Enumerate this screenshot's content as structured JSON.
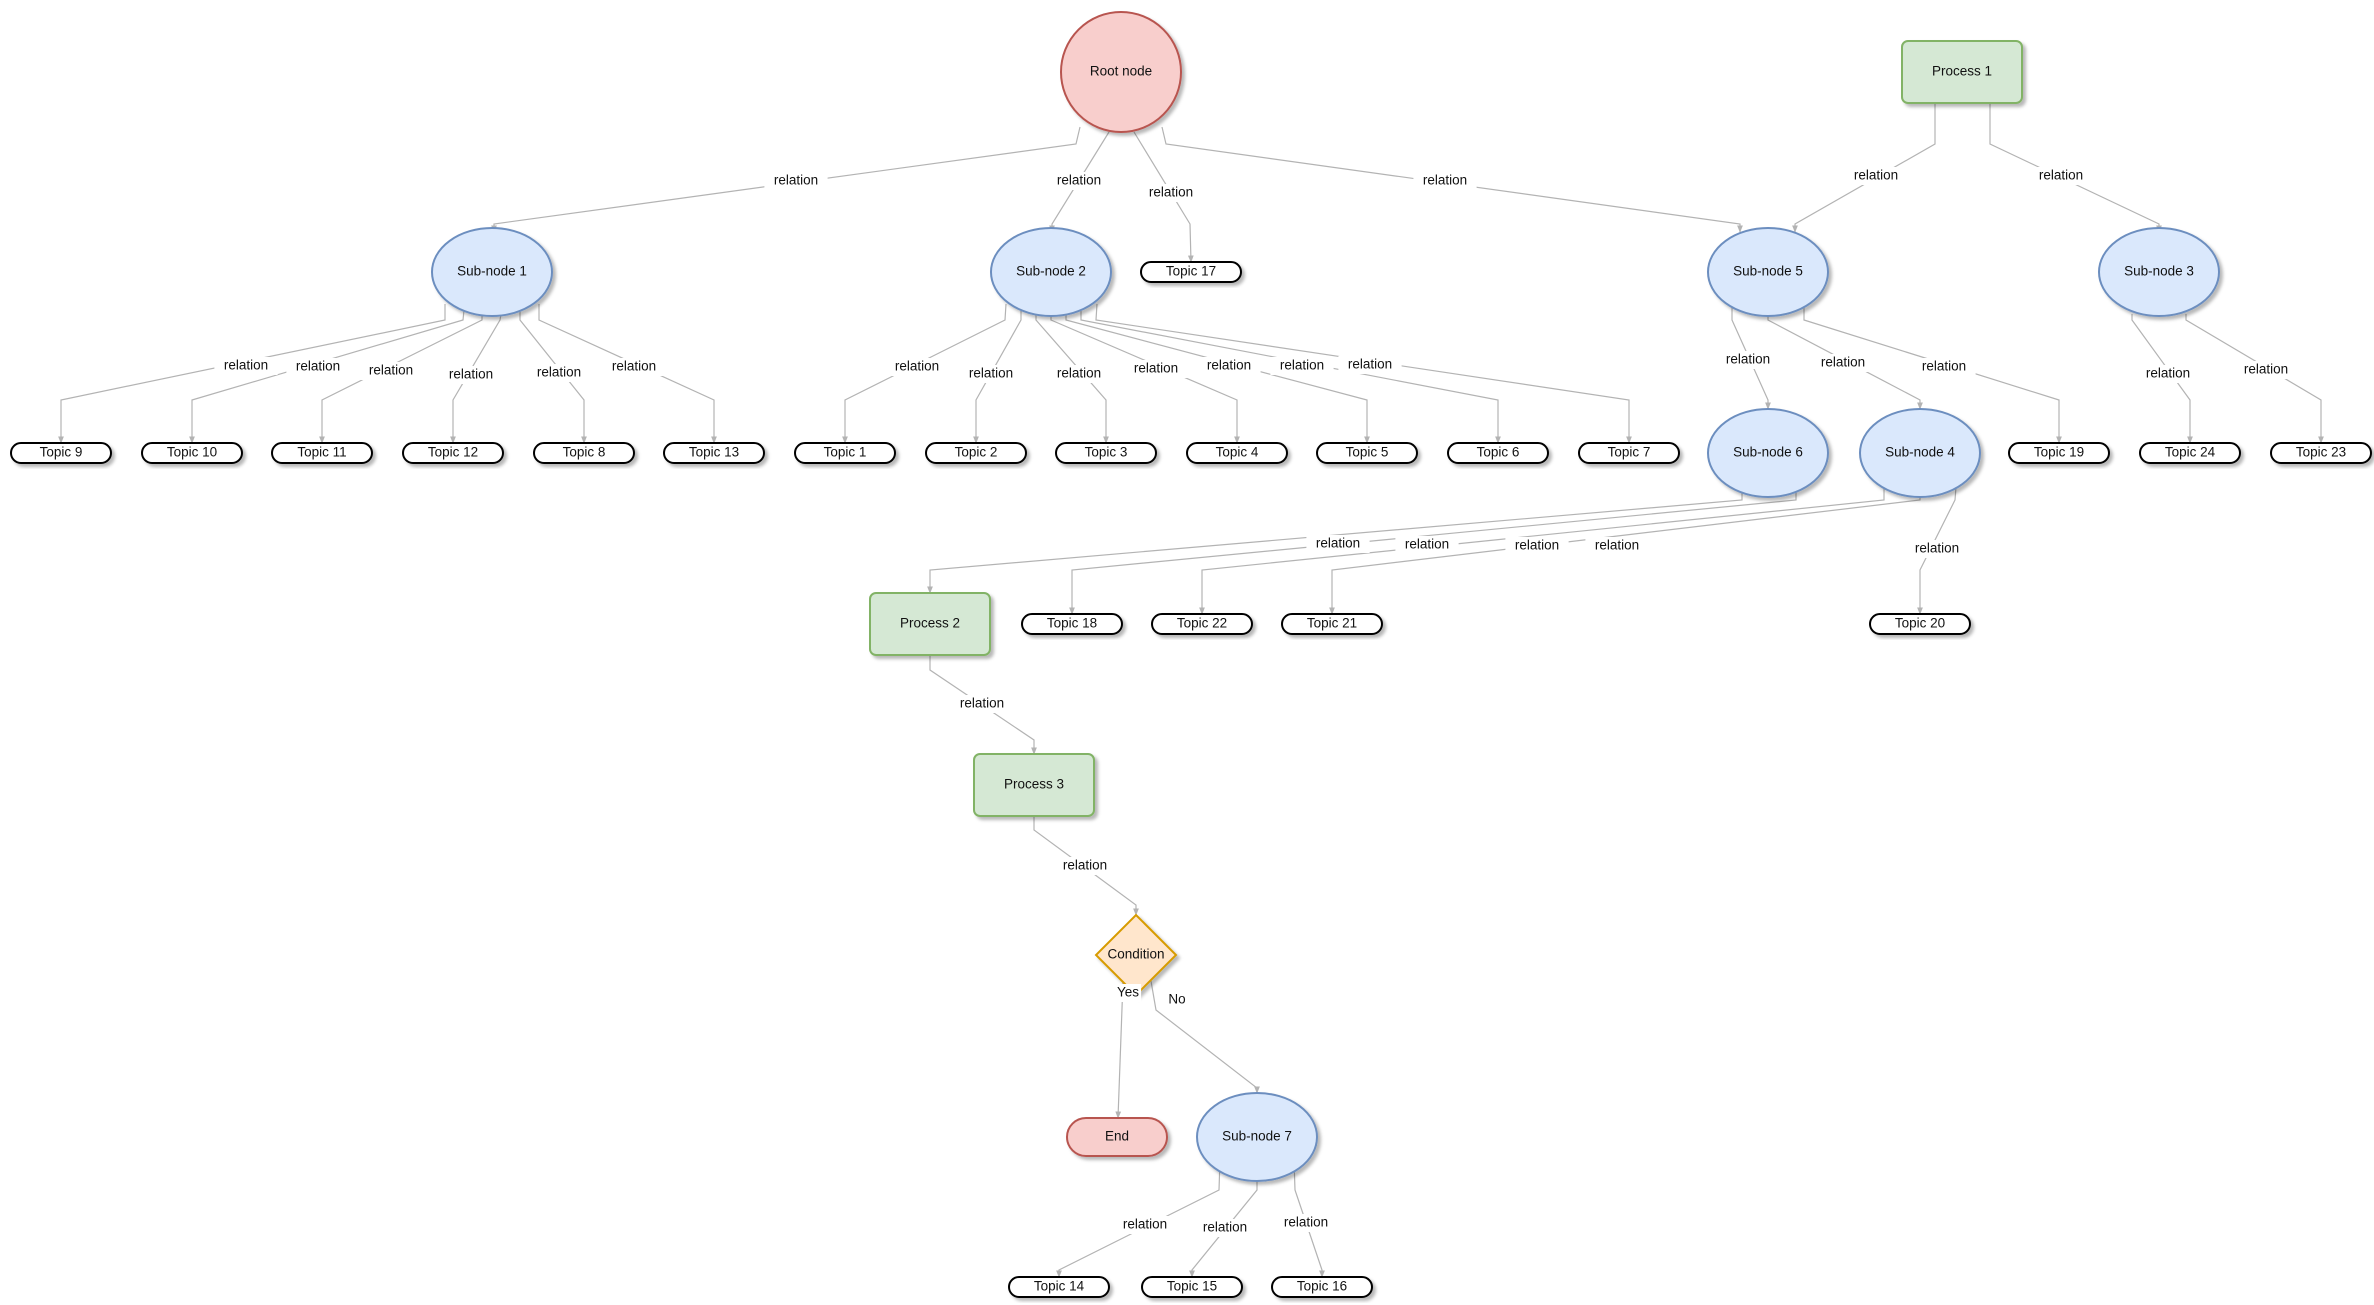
{
  "edge_default_label": "relation",
  "branch_labels": {
    "yes": "Yes",
    "no": "No"
  },
  "nodes": [
    {
      "id": "root",
      "label": "Root node",
      "shape": "circle"
    },
    {
      "id": "process1",
      "label": "Process 1",
      "shape": "process"
    },
    {
      "id": "sub1",
      "label": "Sub-node 1",
      "shape": "ellipse"
    },
    {
      "id": "sub2",
      "label": "Sub-node 2",
      "shape": "ellipse"
    },
    {
      "id": "topic17",
      "label": "Topic 17",
      "shape": "topic"
    },
    {
      "id": "sub5",
      "label": "Sub-node 5",
      "shape": "ellipse"
    },
    {
      "id": "sub3",
      "label": "Sub-node 3",
      "shape": "ellipse"
    },
    {
      "id": "topic9",
      "label": "Topic 9",
      "shape": "topic"
    },
    {
      "id": "topic10",
      "label": "Topic 10",
      "shape": "topic"
    },
    {
      "id": "topic11",
      "label": "Topic 11",
      "shape": "topic"
    },
    {
      "id": "topic12",
      "label": "Topic 12",
      "shape": "topic"
    },
    {
      "id": "topic8",
      "label": "Topic 8",
      "shape": "topic"
    },
    {
      "id": "topic13",
      "label": "Topic 13",
      "shape": "topic"
    },
    {
      "id": "topic1",
      "label": "Topic 1",
      "shape": "topic"
    },
    {
      "id": "topic2",
      "label": "Topic 2",
      "shape": "topic"
    },
    {
      "id": "topic3",
      "label": "Topic 3",
      "shape": "topic"
    },
    {
      "id": "topic4",
      "label": "Topic 4",
      "shape": "topic"
    },
    {
      "id": "topic5",
      "label": "Topic 5",
      "shape": "topic"
    },
    {
      "id": "topic6",
      "label": "Topic 6",
      "shape": "topic"
    },
    {
      "id": "topic7",
      "label": "Topic 7",
      "shape": "topic"
    },
    {
      "id": "sub6",
      "label": "Sub-node 6",
      "shape": "ellipse"
    },
    {
      "id": "sub4",
      "label": "Sub-node 4",
      "shape": "ellipse"
    },
    {
      "id": "topic19",
      "label": "Topic 19",
      "shape": "topic"
    },
    {
      "id": "topic24",
      "label": "Topic 24",
      "shape": "topic"
    },
    {
      "id": "topic23",
      "label": "Topic 23",
      "shape": "topic"
    },
    {
      "id": "process2",
      "label": "Process 2",
      "shape": "process"
    },
    {
      "id": "topic18",
      "label": "Topic 18",
      "shape": "topic"
    },
    {
      "id": "topic22",
      "label": "Topic 22",
      "shape": "topic"
    },
    {
      "id": "topic21",
      "label": "Topic 21",
      "shape": "topic"
    },
    {
      "id": "topic20",
      "label": "Topic 20",
      "shape": "topic"
    },
    {
      "id": "process3",
      "label": "Process 3",
      "shape": "process"
    },
    {
      "id": "condition",
      "label": "Condition",
      "shape": "decision"
    },
    {
      "id": "end",
      "label": "End",
      "shape": "terminal"
    },
    {
      "id": "sub7",
      "label": "Sub-node 7",
      "shape": "ellipse"
    },
    {
      "id": "topic14",
      "label": "Topic 14",
      "shape": "topic"
    },
    {
      "id": "topic15",
      "label": "Topic 15",
      "shape": "topic"
    },
    {
      "id": "topic16",
      "label": "Topic 16",
      "shape": "topic"
    }
  ],
  "edges": [
    {
      "from": "root",
      "to": "sub1",
      "label": "relation"
    },
    {
      "from": "root",
      "to": "sub2",
      "label": "relation"
    },
    {
      "from": "root",
      "to": "topic17",
      "label": "relation"
    },
    {
      "from": "root",
      "to": "sub5",
      "label": "relation"
    },
    {
      "from": "process1",
      "to": "sub5",
      "label": "relation"
    },
    {
      "from": "process1",
      "to": "sub3",
      "label": "relation"
    },
    {
      "from": "sub1",
      "to": "topic9",
      "label": "relation"
    },
    {
      "from": "sub1",
      "to": "topic10",
      "label": "relation"
    },
    {
      "from": "sub1",
      "to": "topic11",
      "label": "relation"
    },
    {
      "from": "sub1",
      "to": "topic12",
      "label": "relation"
    },
    {
      "from": "sub1",
      "to": "topic8",
      "label": "relation"
    },
    {
      "from": "sub1",
      "to": "topic13",
      "label": "relation"
    },
    {
      "from": "sub2",
      "to": "topic1",
      "label": "relation"
    },
    {
      "from": "sub2",
      "to": "topic2",
      "label": "relation"
    },
    {
      "from": "sub2",
      "to": "topic3",
      "label": "relation"
    },
    {
      "from": "sub2",
      "to": "topic4",
      "label": "relation"
    },
    {
      "from": "sub2",
      "to": "topic5",
      "label": "relation"
    },
    {
      "from": "sub2",
      "to": "topic6",
      "label": "relation"
    },
    {
      "from": "sub2",
      "to": "topic7",
      "label": "relation"
    },
    {
      "from": "sub5",
      "to": "sub6",
      "label": "relation"
    },
    {
      "from": "sub5",
      "to": "sub4",
      "label": "relation"
    },
    {
      "from": "sub5",
      "to": "topic19",
      "label": "relation"
    },
    {
      "from": "sub3",
      "to": "topic24",
      "label": "relation"
    },
    {
      "from": "sub3",
      "to": "topic23",
      "label": "relation"
    },
    {
      "from": "sub6",
      "to": "process2",
      "label": "relation"
    },
    {
      "from": "sub6",
      "to": "topic18",
      "label": "relation"
    },
    {
      "from": "sub4",
      "to": "topic22",
      "label": "relation"
    },
    {
      "from": "sub4",
      "to": "topic21",
      "label": "relation"
    },
    {
      "from": "sub4",
      "to": "topic20",
      "label": "relation"
    },
    {
      "from": "process2",
      "to": "process3",
      "label": "relation"
    },
    {
      "from": "process3",
      "to": "condition",
      "label": "relation"
    },
    {
      "from": "condition",
      "to": "end",
      "label": "Yes"
    },
    {
      "from": "condition",
      "to": "sub7",
      "label": "No"
    },
    {
      "from": "sub7",
      "to": "topic14",
      "label": "relation"
    },
    {
      "from": "sub7",
      "to": "topic15",
      "label": "relation"
    },
    {
      "from": "sub7",
      "to": "topic16",
      "label": "relation"
    }
  ],
  "colors": {
    "circle_fill": "#f8cecc",
    "circle_stroke": "#b85450",
    "ellipse_fill": "#dae8fc",
    "ellipse_stroke": "#6c8ebf",
    "process_fill": "#d5e8d4",
    "process_stroke": "#82b366",
    "decision_fill": "#ffe6cc",
    "decision_stroke": "#d79b00",
    "terminal_fill": "#f8cecc",
    "terminal_stroke": "#b85450",
    "topic_fill": "#ffffff",
    "topic_stroke": "#000000",
    "edge": "#b3b3b3"
  }
}
